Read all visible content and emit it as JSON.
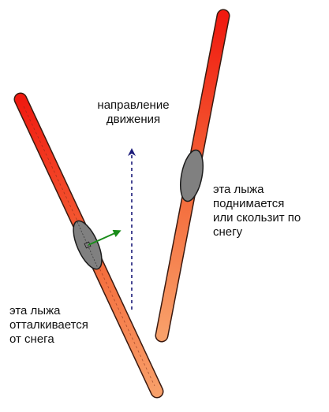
{
  "labels": {
    "direction": [
      "направление",
      "движения"
    ],
    "pushing_ski": [
      "эта лыжа",
      "отталкивается",
      "от снега"
    ],
    "gliding_ski": [
      "эта лыжа",
      "поднимается",
      "или скользит по",
      "снегу"
    ]
  },
  "colors": {
    "ski_top": "#f01a10",
    "ski_bottom": "#f8a06a",
    "ski_outline": "#3a1a10",
    "boot": "#808080",
    "boot_outline": "#1c1c1c",
    "direction_arrow": "#1a1a7a",
    "force_arrow": "#1a8c1a"
  }
}
